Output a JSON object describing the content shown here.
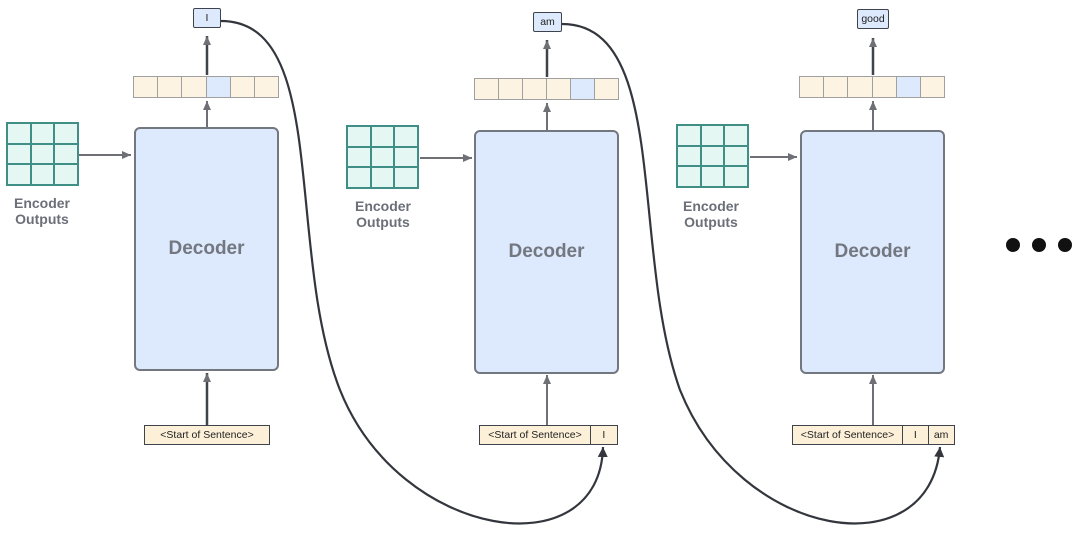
{
  "steps": [
    {
      "decoder_label": "Decoder",
      "encoder_label_line1": "Encoder",
      "encoder_label_line2": "Outputs",
      "output_token": "I",
      "input_tokens": [
        "<Start of Sentence>"
      ],
      "highlight_index": 3
    },
    {
      "decoder_label": "Decoder",
      "encoder_label_line1": "Encoder",
      "encoder_label_line2": "Outputs",
      "output_token": "am",
      "input_tokens": [
        "<Start of Sentence>",
        "I"
      ],
      "highlight_index": 4
    },
    {
      "decoder_label": "Decoder",
      "encoder_label_line1": "Encoder",
      "encoder_label_line2": "Outputs",
      "output_token": "good",
      "input_tokens": [
        "<Start of Sentence>",
        "I",
        "am"
      ],
      "highlight_index": 4
    }
  ],
  "colors": {
    "decoder_fill": "#dde9fc",
    "decoder_border": "#737780",
    "encoder_fill": "#e4f7f2",
    "encoder_border": "#3f8f86",
    "input_fill": "#fdf0d9",
    "prob_fill": "#fdf3e3",
    "prob_highlight": "#dde9fc",
    "arrow": "#6e7076",
    "feedback_curve": "#33373d"
  }
}
